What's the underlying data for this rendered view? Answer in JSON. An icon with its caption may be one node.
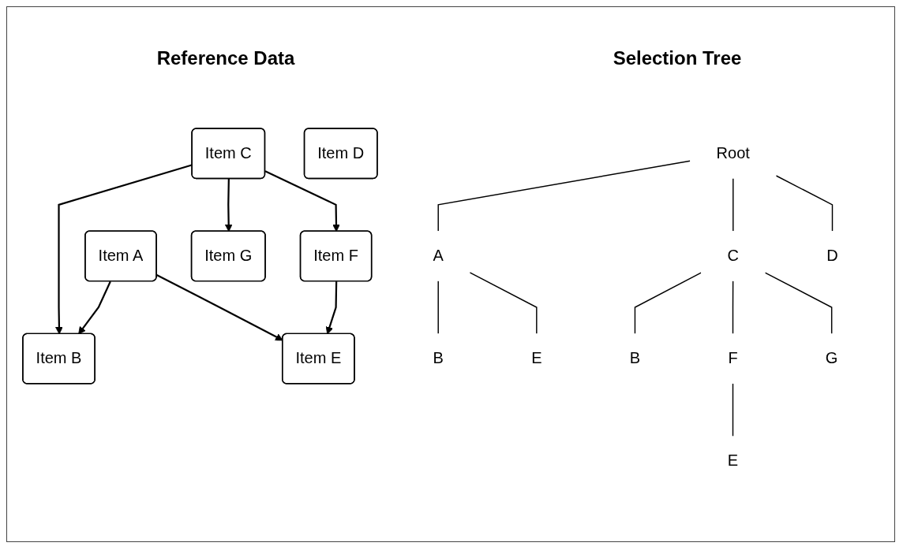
{
  "diagram": {
    "nodes": [
      {
        "text": [
          "Item B"
        ]
      },
      {
        "text": [
          "Item G"
        ]
      },
      {
        "text": [
          "Item A"
        ]
      },
      {
        "text": [
          "Item C"
        ]
      },
      {
        "text": [
          "Item E"
        ]
      },
      {
        "text": [
          "Item F"
        ]
      },
      {
        "text": [
          "Item D"
        ]
      },
      {
        "text": [
          "Root"
        ]
      },
      {
        "text": [
          "A"
        ]
      },
      {
        "text": [
          "C"
        ]
      },
      {
        "text": [
          "D"
        ]
      },
      {
        "text": [
          "B"
        ]
      },
      {
        "text": [
          "E"
        ]
      },
      {
        "text": [
          "B"
        ]
      },
      {
        "text": [
          "F"
        ]
      },
      {
        "text": [
          "G"
        ]
      },
      {
        "text": [
          "E"
        ]
      }
    ],
    "edges": [
      {
        "from": 2,
        "to": 0,
        "arrow": "to"
      },
      {
        "from": 3,
        "to": 0,
        "arrow": "to"
      },
      {
        "from": 3,
        "to": 1,
        "arrow": "to"
      },
      {
        "from": 2,
        "to": 4,
        "arrow": "to"
      },
      {
        "from": 3,
        "to": 5,
        "arrow": "to"
      },
      {
        "from": 5,
        "to": 4,
        "arrow": "to"
      },
      {
        "from": 7,
        "to": 8,
        "arrow": "none"
      },
      {
        "from": 7,
        "to": 9,
        "arrow": "none"
      },
      {
        "from": 7,
        "to": 10,
        "arrow": "none"
      },
      {
        "from": 8,
        "to": 11,
        "arrow": "none"
      },
      {
        "from": 8,
        "to": 12,
        "arrow": "none"
      },
      {
        "from": 9,
        "to": 13,
        "arrow": "none"
      },
      {
        "from": 9,
        "to": 14,
        "arrow": "none"
      },
      {
        "from": 9,
        "to": 15,
        "arrow": "none"
      },
      {
        "from": 14,
        "to": 16,
        "arrow": "none"
      }
    ],
    "labels": [
      "Reference Data",
      "Selection Tree"
    ]
  }
}
